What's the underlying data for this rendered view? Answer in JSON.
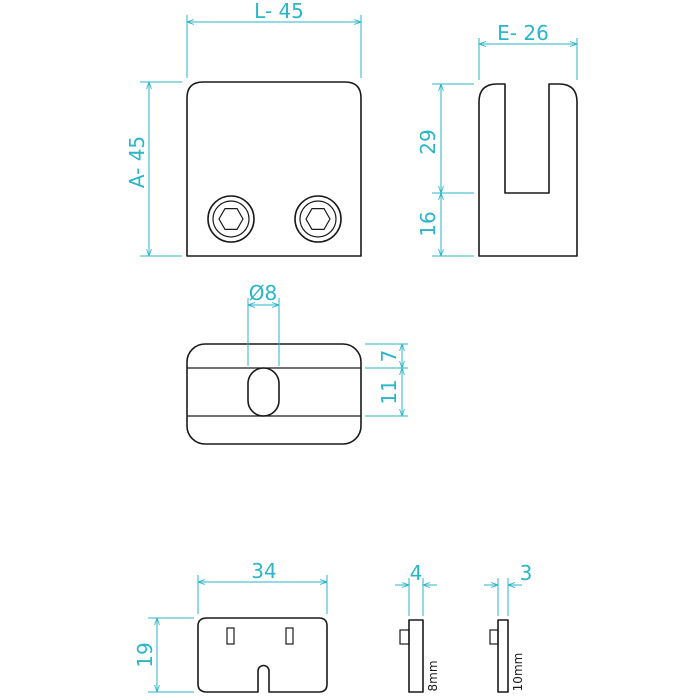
{
  "colors": {
    "dimension": "#29b6c8",
    "outline": "#1a1a1a",
    "background": "#ffffff"
  },
  "front_view": {
    "length_label": "L- 45",
    "height_label": "A- 45"
  },
  "side_view": {
    "depth_label": "E- 26",
    "upper_label": "29",
    "lower_label": "16"
  },
  "top_view": {
    "hole_label": "Ø8",
    "offset_label": "7",
    "slot_label": "11"
  },
  "gasket": {
    "width_label": "34",
    "height_label": "19"
  },
  "insert_8": {
    "thickness_label": "4",
    "size_label": "8mm"
  },
  "insert_10": {
    "thickness_label": "3",
    "size_label": "10mm"
  }
}
